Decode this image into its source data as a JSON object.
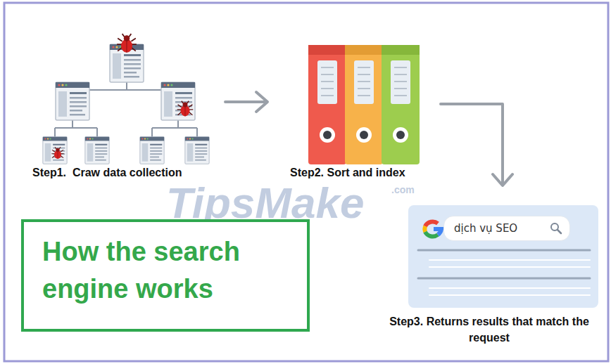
{
  "diagram": {
    "nodes": [
      {
        "text": [
          "How the search engine works"
        ]
      },
      {
        "text": [
          "dịch vụ SEO"
        ]
      }
    ],
    "labels": [
      "Step1.  Craw data collection",
      "Step2. Sort and index",
      "Step3. Returns results that match the request",
      "TipsMake",
      ".com"
    ]
  }
}
